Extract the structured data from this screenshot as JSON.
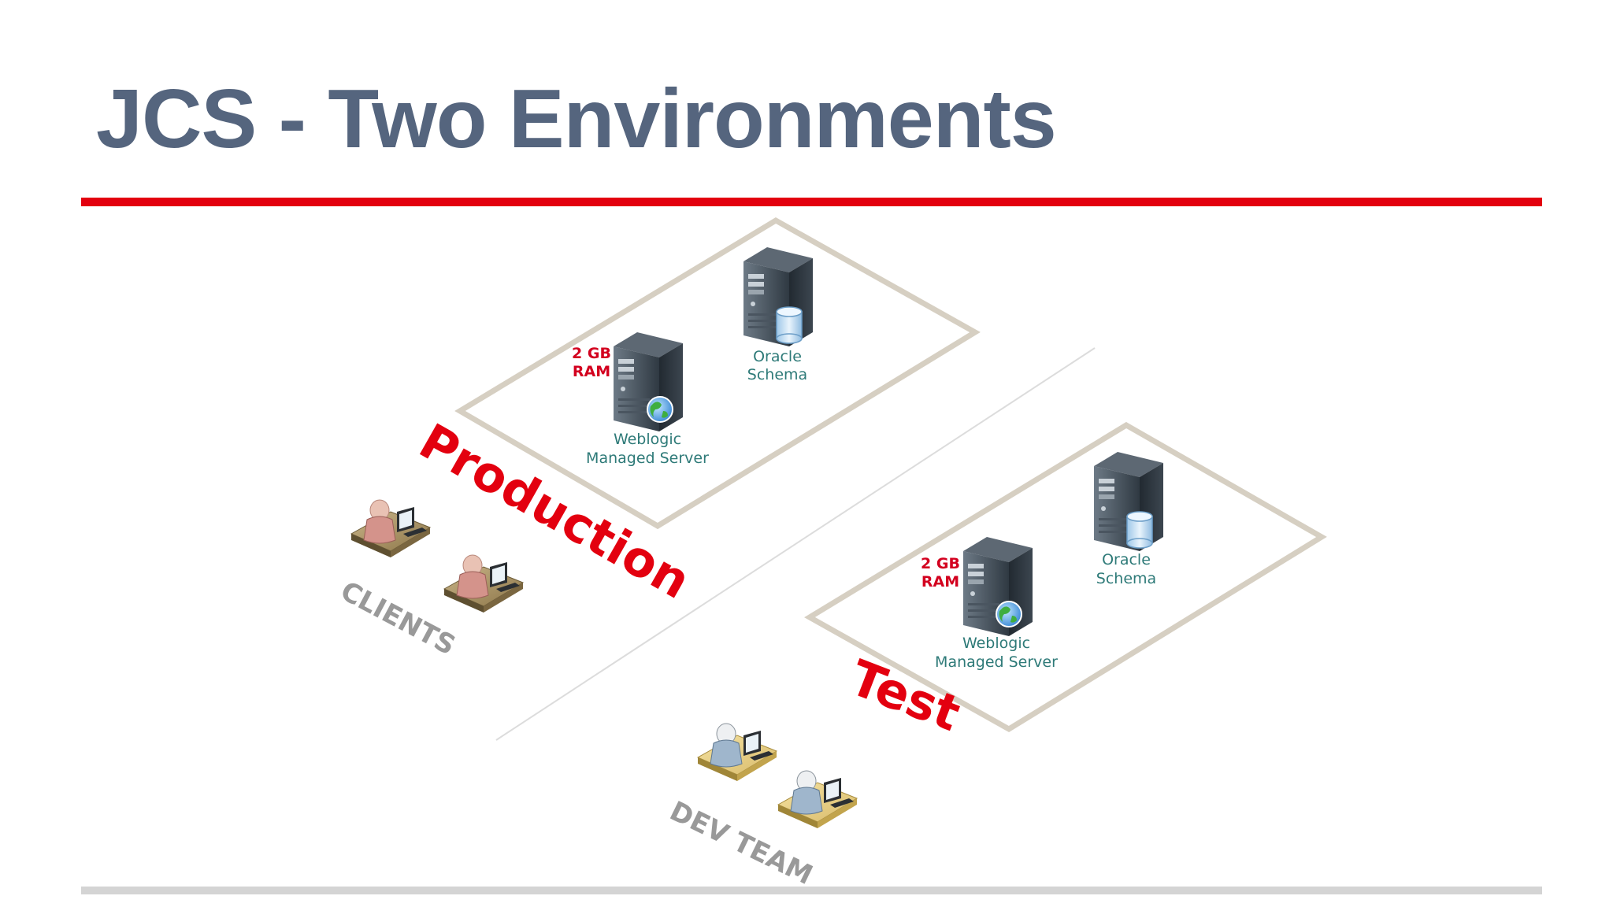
{
  "title": "JCS - Two Environments",
  "production": {
    "label": "Production",
    "ram": [
      "2 GB",
      "RAM"
    ],
    "weblogic": [
      "Weblogic",
      "Managed Server"
    ],
    "oracle": [
      "Oracle",
      "Schema"
    ]
  },
  "test": {
    "label": "Test",
    "ram": [
      "2 GB",
      "RAM"
    ],
    "weblogic": [
      "Weblogic",
      "Managed Server"
    ],
    "oracle": [
      "Oracle",
      "Schema"
    ]
  },
  "clients": {
    "label": "CLIENTS"
  },
  "dev_team": {
    "label": "DEV TEAM"
  },
  "colors": {
    "title": "#55657e",
    "accent_red": "#e3000f",
    "ram_red": "#d3001f",
    "teal_label": "#2e7a78",
    "platform_border": "#d6cfc2",
    "group_label_gray": "#999999"
  }
}
